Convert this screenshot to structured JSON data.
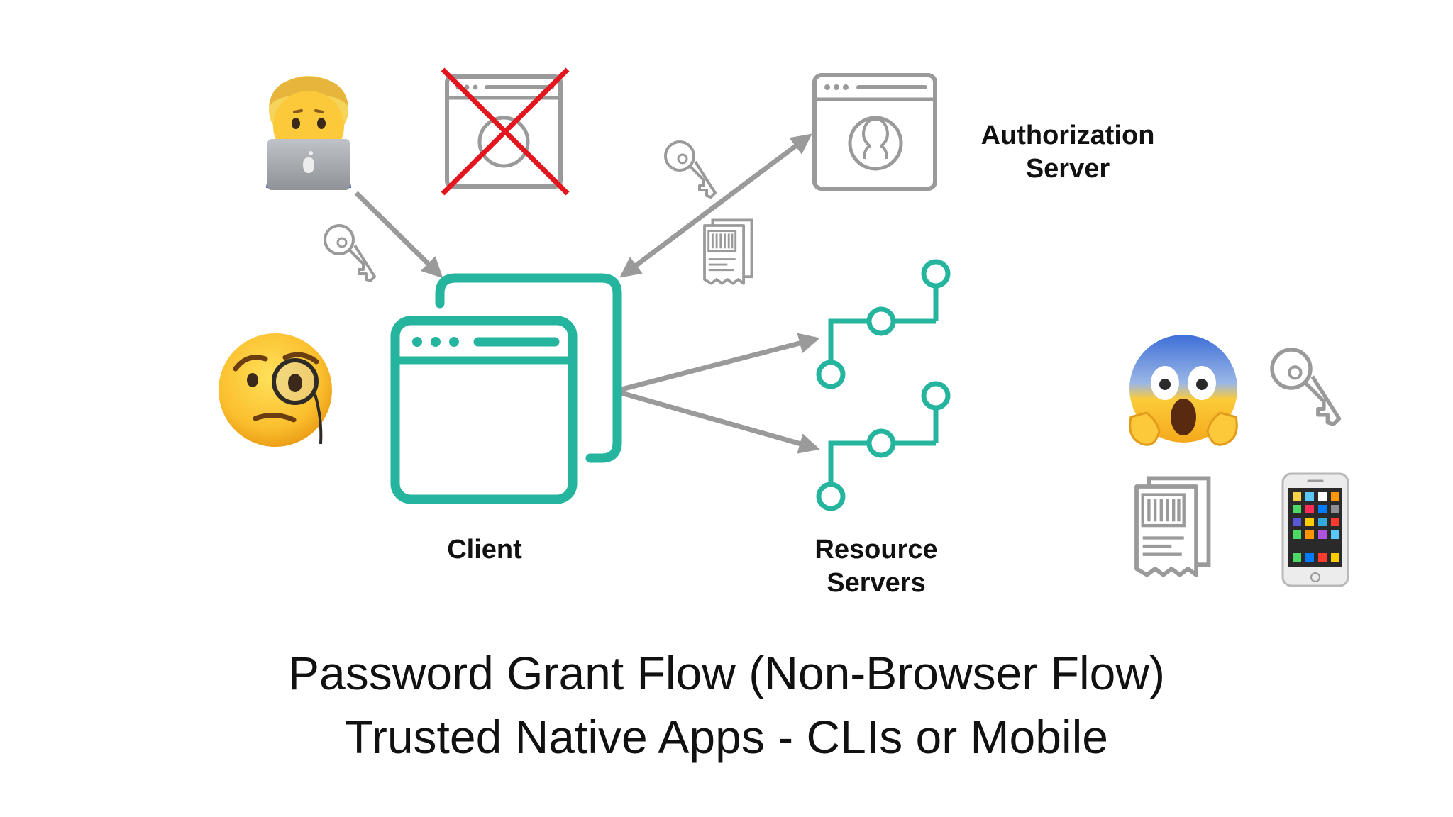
{
  "labels": {
    "authorization_server": [
      "Authorization",
      "Server"
    ],
    "client": "Client",
    "resource_servers": [
      "Resource",
      "Servers"
    ]
  },
  "caption": {
    "line1": "Password Grant Flow (Non-Browser Flow)",
    "line2": "Trusted Native Apps - CLIs or Mobile"
  },
  "icons": {
    "user": "person-with-laptop-icon",
    "browser_blocked": "browser-crossed-out-icon",
    "auth_server": "browser-user-profile-icon",
    "client": "client-app-windows-icon",
    "resource_servers": "circuit-network-icon",
    "key": "key-icon",
    "token": "receipt-token-icon",
    "inspect": "monocle-face-icon",
    "scream": "screaming-face-icon",
    "phone": "mobile-phone-icon"
  },
  "colors": {
    "client": "#25B59E",
    "arrow": "#9A9A9A",
    "cross": "#E3151E",
    "text": "#111111"
  }
}
